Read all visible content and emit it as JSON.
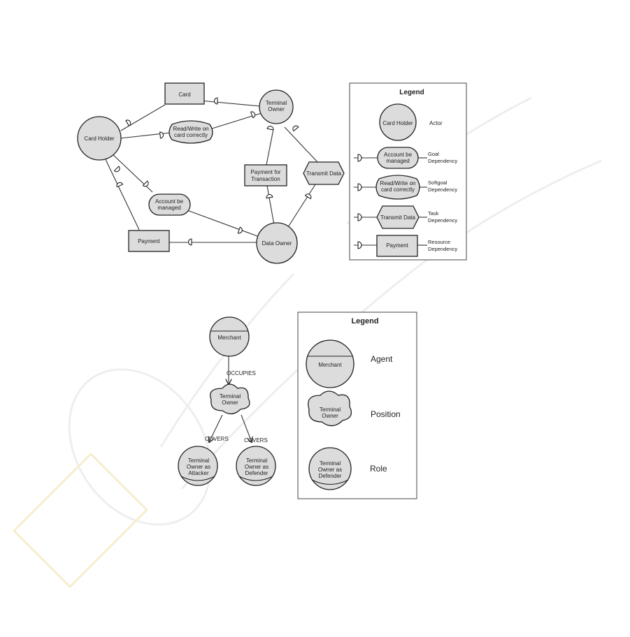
{
  "diagram1": {
    "nodes": {
      "card": "Card",
      "terminal_owner": [
        "Terminal",
        "Owner"
      ],
      "card_holder": "Card Holder",
      "read_write": [
        "Read/Write on",
        "card correctly"
      ],
      "payment_for_transaction": [
        "Payment for",
        "Transaction"
      ],
      "transmit_data": "Transmit Data",
      "account_managed": [
        "Account be",
        "managed"
      ],
      "payment": "Payment",
      "data_owner": "Data Owner"
    },
    "legend": {
      "title": "Legend",
      "actor_sample": "Card Holder",
      "actor_label": "Actor",
      "goal_sample": [
        "Account be",
        "managed"
      ],
      "goal_label": [
        "Goal",
        "Dependency"
      ],
      "softgoal_sample": [
        "Read/Write on",
        "card correctly"
      ],
      "softgoal_label": [
        "Softgoal",
        "Dependency"
      ],
      "task_sample": "Transmit Data",
      "task_label": [
        "Task",
        "Dependency"
      ],
      "resource_sample": "Payment",
      "resource_label": [
        "Resource",
        "Dependency"
      ]
    }
  },
  "diagram2": {
    "nodes": {
      "merchant": "Merchant",
      "terminal_owner": [
        "Terminal",
        "Owner"
      ],
      "attacker": [
        "Terminal",
        "Owner as",
        "Attacker"
      ],
      "defender": [
        "Terminal",
        "Owner as",
        "Defender"
      ]
    },
    "edges": {
      "occupies": "OCCUPIES",
      "covers_left": "COVERS",
      "covers_right": "COVERS"
    },
    "legend": {
      "title": "Legend",
      "agent_sample": "Merchant",
      "agent_label": "Agent",
      "position_sample": [
        "Terminal",
        "Owner"
      ],
      "position_label": "Position",
      "role_sample": [
        "Terminal",
        "Owner as",
        "Defender"
      ],
      "role_label": "Role"
    }
  }
}
